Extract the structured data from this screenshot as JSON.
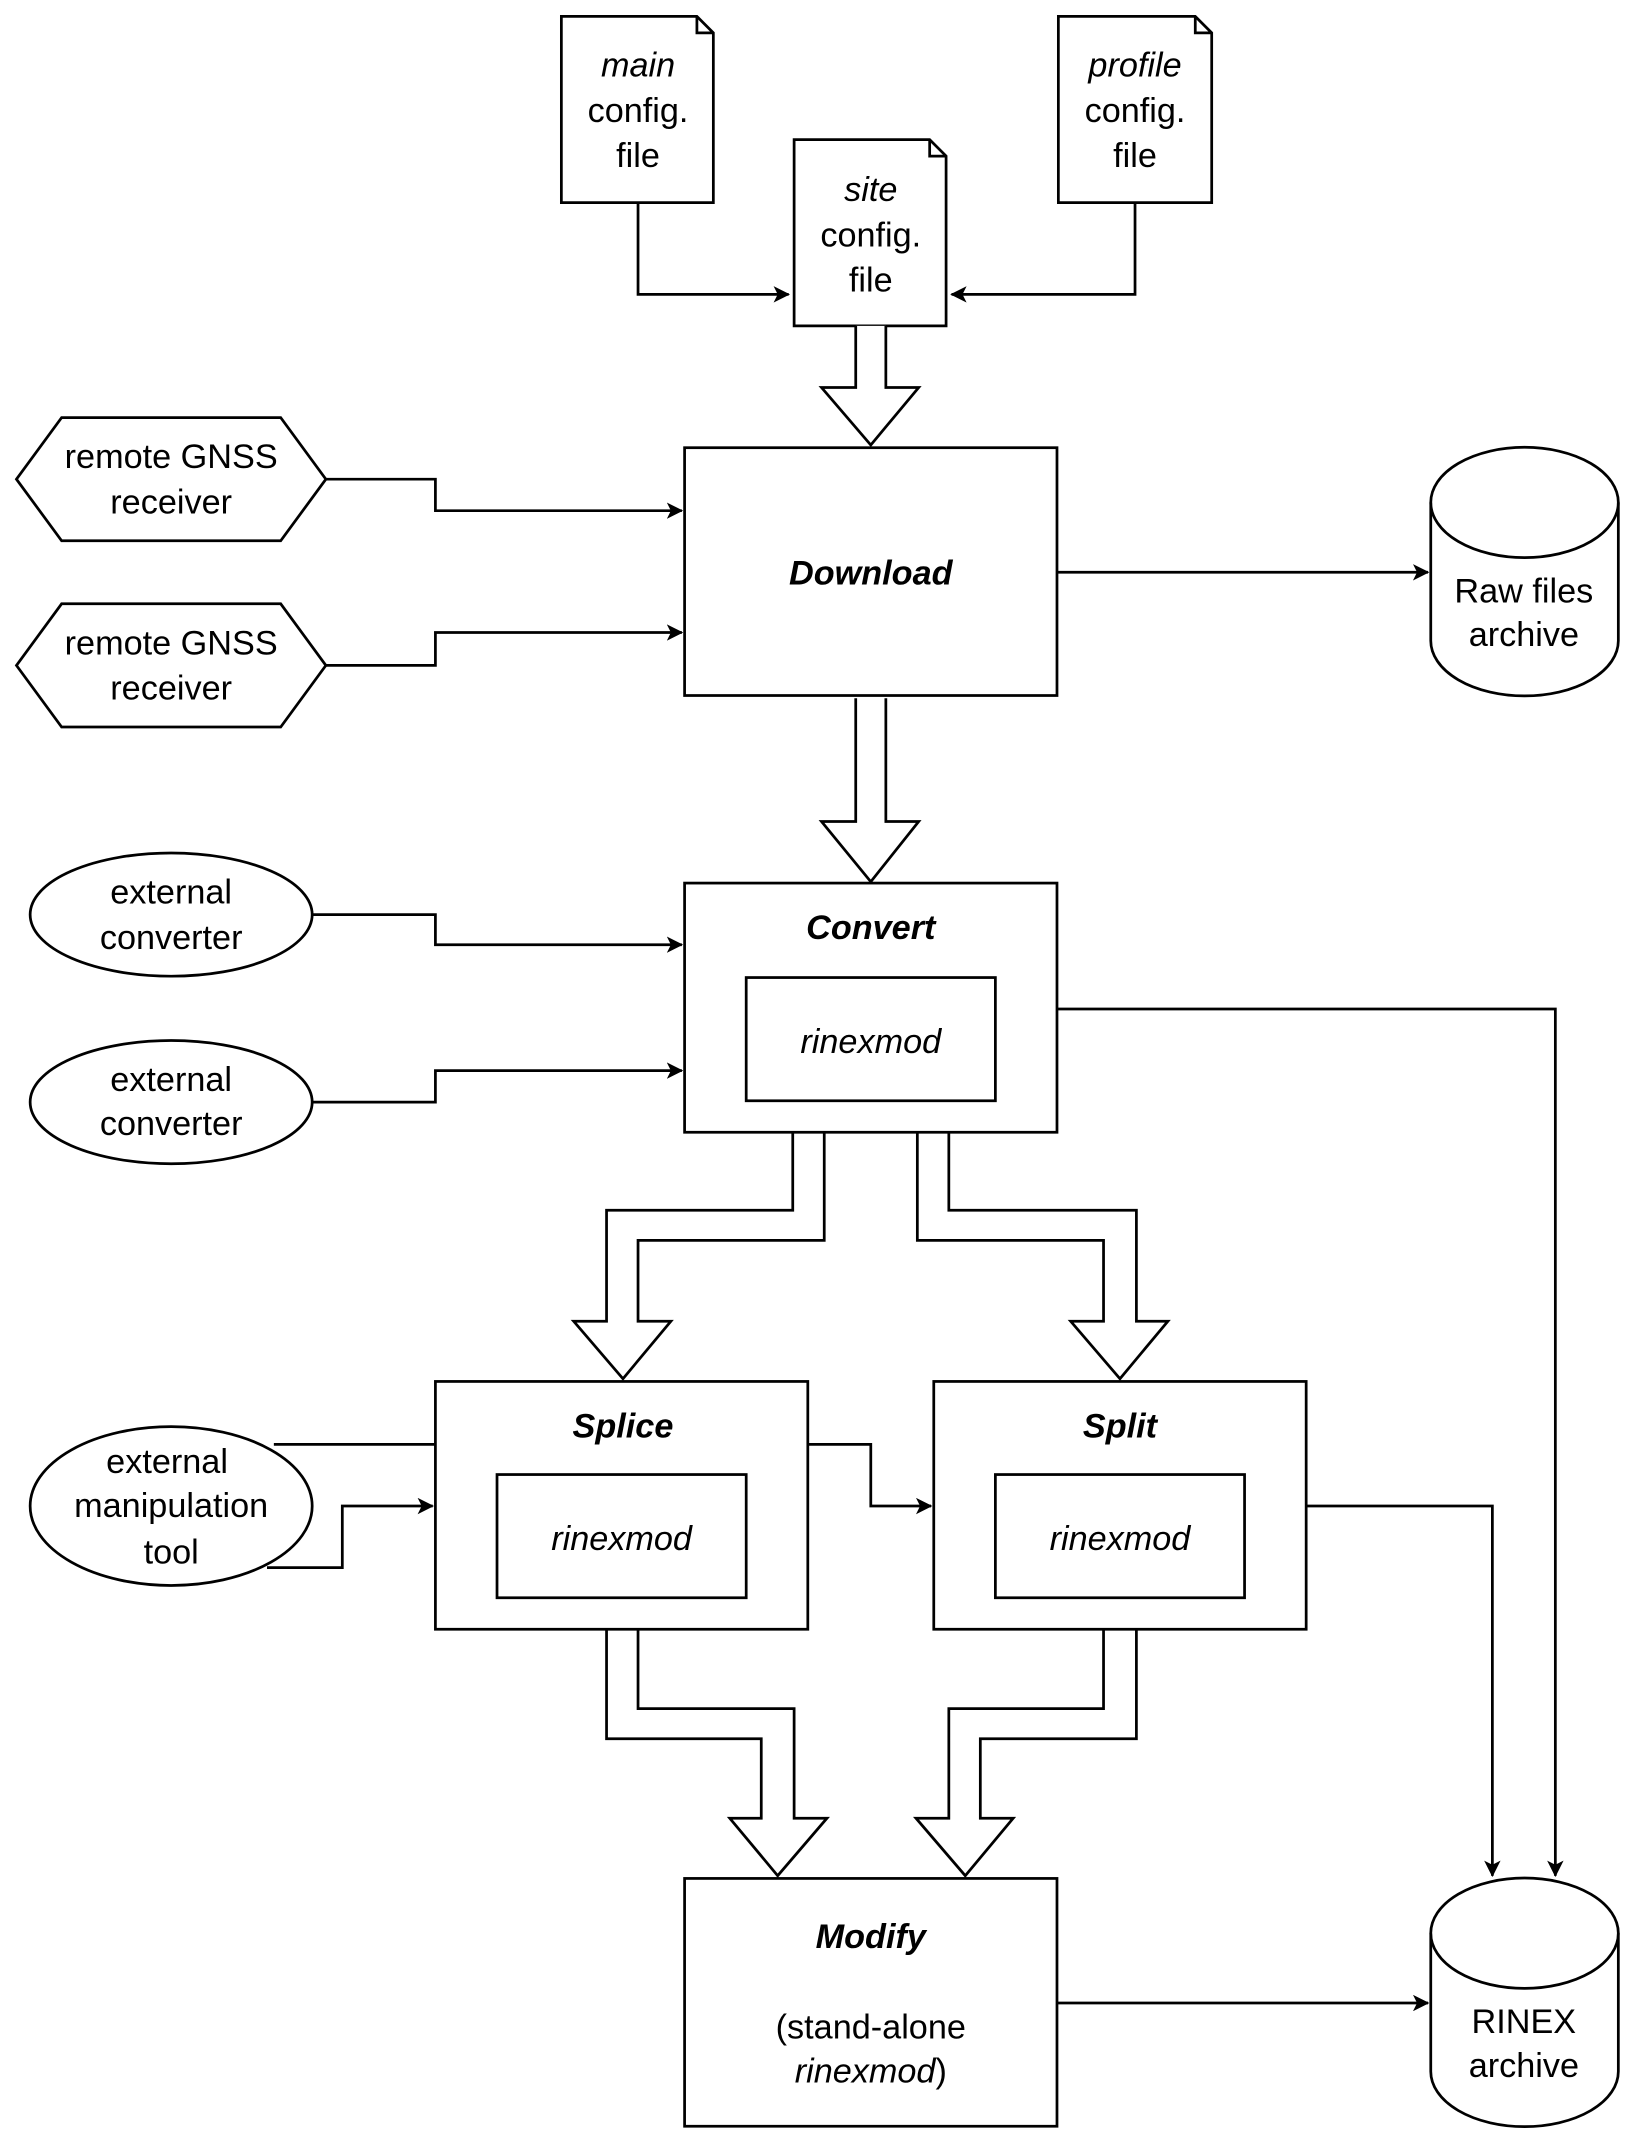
{
  "config_files": {
    "main": {
      "line1": "main",
      "line2": "config.",
      "line3": "file"
    },
    "site": {
      "line1": "site",
      "line2": "config.",
      "line3": "file"
    },
    "profile": {
      "line1": "profile",
      "line2": "config.",
      "line3": "file"
    }
  },
  "receivers": [
    {
      "line1": "remote GNSS",
      "line2": "receiver"
    },
    {
      "line1": "remote GNSS",
      "line2": "receiver"
    }
  ],
  "converters": [
    {
      "line1": "external",
      "line2": "converter"
    },
    {
      "line1": "external",
      "line2": "converter"
    }
  ],
  "manipulation_tool": {
    "line1": "external",
    "line2": "manipulation",
    "line3": "tool"
  },
  "steps": {
    "download": "Download",
    "convert": {
      "title": "Convert",
      "inner": "rinexmod"
    },
    "splice": {
      "title": "Splice",
      "inner": "rinexmod"
    },
    "split": {
      "title": "Split",
      "inner": "rinexmod"
    },
    "modify": {
      "title": "Modify",
      "line1": "(stand-alone",
      "line2": "rinexmod",
      "line2_suffix": ")"
    }
  },
  "archives": {
    "raw": {
      "line1": "Raw files",
      "line2": "archive"
    },
    "rinex": {
      "line1": "RINEX",
      "line2": "archive"
    }
  }
}
